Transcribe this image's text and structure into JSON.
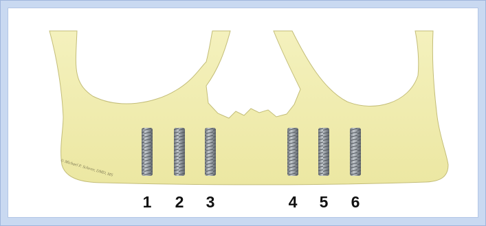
{
  "diagram": {
    "implant_labels": [
      "1",
      "2",
      "3",
      "4",
      "5",
      "6"
    ],
    "watermark_text": "© Michael P. Scherer, DMD, MS",
    "colors": {
      "background_frame": "#c9d9f1",
      "panel": "#ffffff",
      "bone": "#f1eeb0",
      "bone_outline": "#b9b46e",
      "implant": "#8f969d",
      "label": "#111111"
    }
  }
}
